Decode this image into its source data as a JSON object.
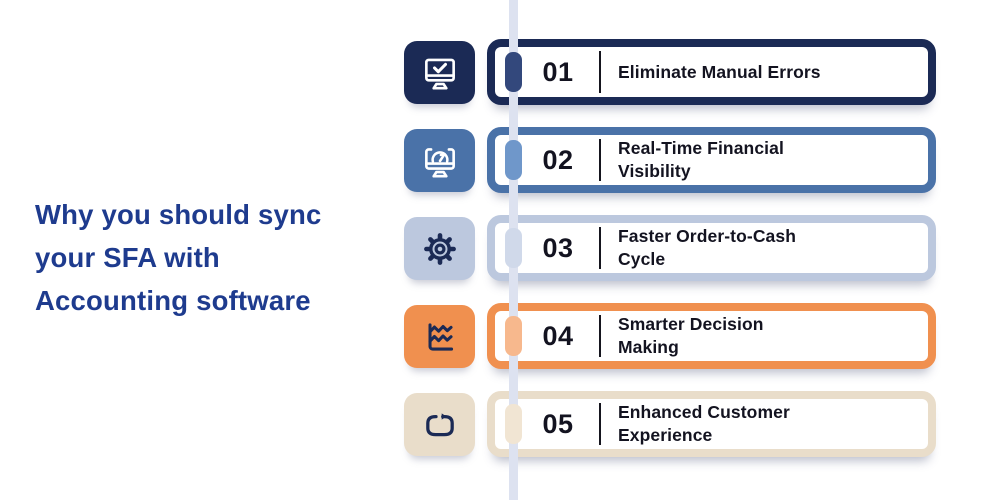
{
  "page": {
    "background": "#ffffff",
    "timeline_line_color": "#dde2f0"
  },
  "heading": {
    "text": "Why you should sync\nyour SFA with\nAccounting software",
    "color": "#1e3b8e"
  },
  "items": [
    {
      "number": "01",
      "title": "Eliminate Manual Errors",
      "icon": "monitor-check-icon",
      "color": "#1b2a55",
      "pill_color": "#33487c",
      "icon_color": "#ffffff"
    },
    {
      "number": "02",
      "title": "Real-Time Financial\nVisibility",
      "icon": "monitor-gauge-icon",
      "color": "#4a72a8",
      "pill_color": "#6f97ca",
      "icon_color": "#ffffff"
    },
    {
      "number": "03",
      "title": "Faster Order-to-Cash\nCycle",
      "icon": "gear-icon",
      "color": "#bcc8de",
      "pill_color": "#d0d9ea",
      "icon_color": "#1b2a55"
    },
    {
      "number": "04",
      "title": "Smarter Decision\nMaking",
      "icon": "line-chart-icon",
      "color": "#f0904f",
      "pill_color": "#f7b88d",
      "icon_color": "#1b2a55"
    },
    {
      "number": "05",
      "title": "Enhanced Customer\nExperience",
      "icon": "loop-arrow-icon",
      "color": "#e9ddca",
      "pill_color": "#f1e5d3",
      "icon_color": "#1b2a55"
    }
  ]
}
